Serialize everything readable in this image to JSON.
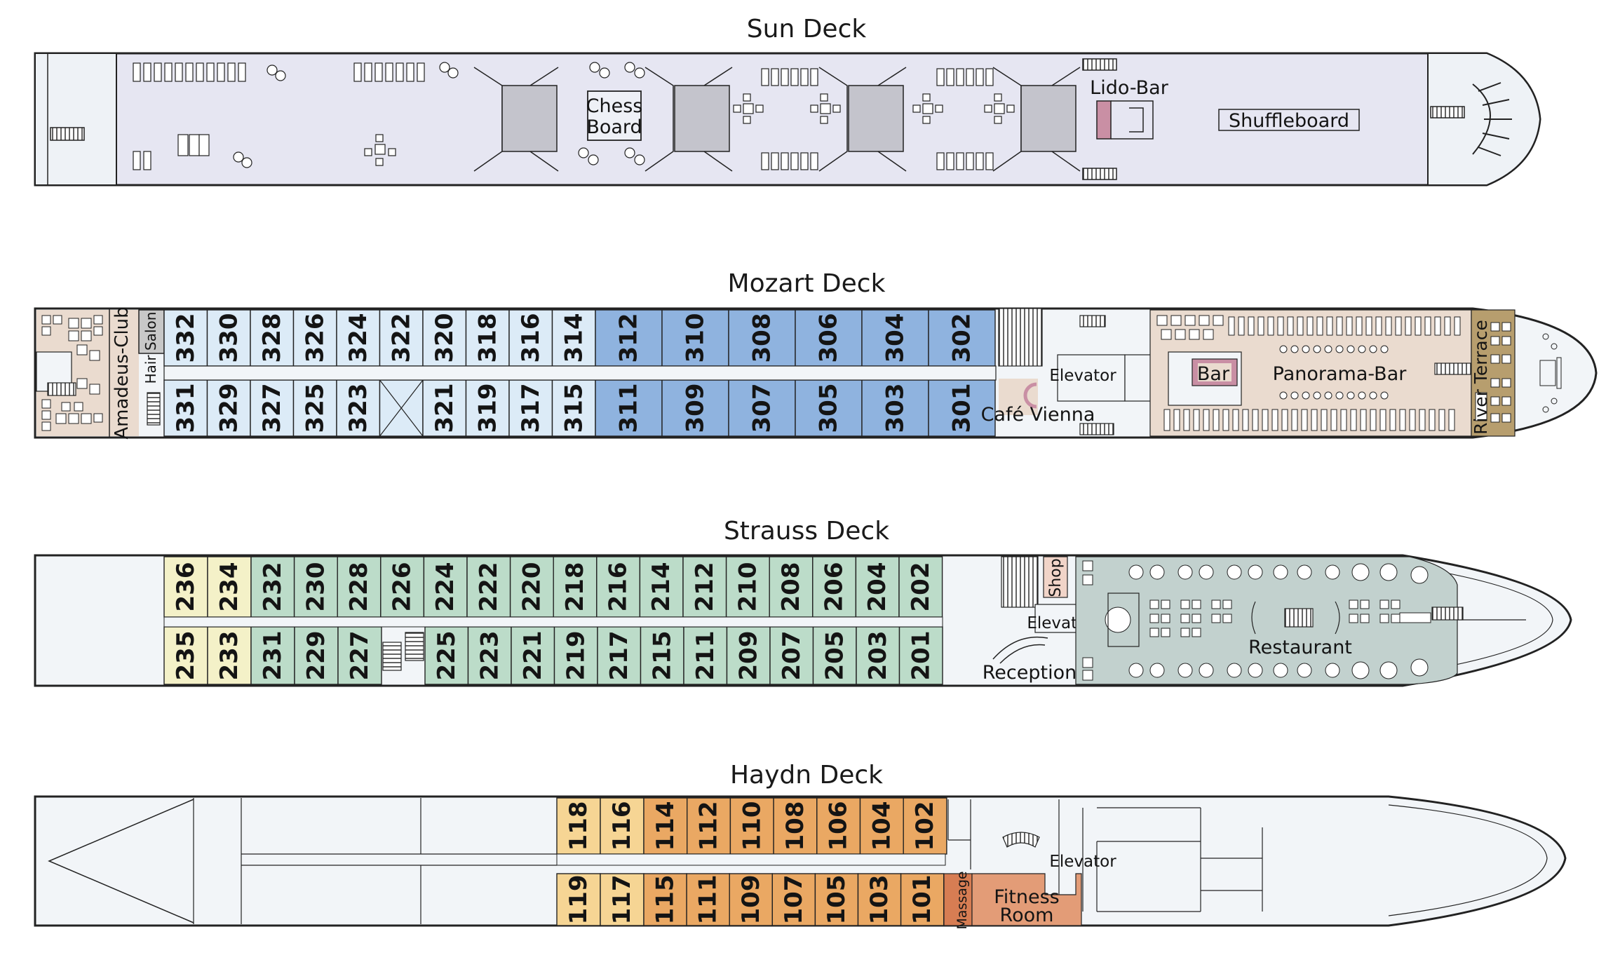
{
  "decks": {
    "sun": {
      "title": "Sun Deck",
      "labels": {
        "chess": [
          "Chess",
          "Board"
        ],
        "lido": "Lido-Bar",
        "shuffle": "Shuffleboard"
      }
    },
    "mozart": {
      "title": "Mozart Deck",
      "cabins_top_light": [
        "332",
        "330",
        "328",
        "326",
        "324",
        "322",
        "320",
        "318",
        "316",
        "314"
      ],
      "cabins_top_dark": [
        "312",
        "310",
        "308",
        "306",
        "304",
        "302"
      ],
      "cabins_bot_light": [
        "331",
        "329",
        "327",
        "325",
        "323",
        "",
        "321",
        "319",
        "317",
        "315"
      ],
      "cabins_bot_dark": [
        "311",
        "309",
        "307",
        "305",
        "303",
        "301"
      ],
      "labels": {
        "amadeus": "Amadeus-Club",
        "hair": "Hair Salon",
        "elevator": "Elevator",
        "cafe": "Café Vienna",
        "bar": "Bar",
        "panorama": "Panorama-Bar",
        "river": "River Terrace"
      }
    },
    "strauss": {
      "title": "Strauss Deck",
      "cabins_top_yellow": [
        "236",
        "234"
      ],
      "cabins_top_green": [
        "232",
        "230",
        "228",
        "226",
        "224",
        "222",
        "220",
        "218",
        "216",
        "214",
        "212",
        "210",
        "208",
        "206",
        "204",
        "202"
      ],
      "cabins_bot_yellow": [
        "235",
        "233"
      ],
      "cabins_bot_green_a": [
        "231",
        "229",
        "227"
      ],
      "cabins_bot_green_b": [
        "225",
        "223",
        "221",
        "219",
        "217",
        "215",
        "211",
        "209",
        "207",
        "205",
        "203",
        "201"
      ],
      "labels": {
        "shop": "Shop",
        "elevator": "Elevator",
        "reception": "Reception",
        "restaurant": "Restaurant"
      }
    },
    "haydn": {
      "title": "Haydn Deck",
      "cabins_top_yellow": [
        "118",
        "116"
      ],
      "cabins_top_orange": [
        "114",
        "112",
        "110",
        "108",
        "106",
        "104",
        "102"
      ],
      "cabins_bot_yellow": [
        "119",
        "117"
      ],
      "cabins_bot_orange": [
        "115",
        "111",
        "109",
        "107",
        "105",
        "103",
        "101"
      ],
      "labels": {
        "massage": "Massage",
        "fitness": [
          "Fitness",
          "Room"
        ],
        "elevator": "Elevator"
      }
    }
  },
  "colors": {
    "sun_floor": "#e6e6f2",
    "mozart_light": "#dcebf7",
    "mozart_dark": "#8fb3df",
    "mozart_lounge": "#eadbcf",
    "river_terrace": "#b79e6e",
    "mozart_bar": "#c98fa4",
    "strauss_green": "#bcdcc9",
    "strauss_yellow": "#f4f1c8",
    "restaurant": "#c2d1ce",
    "shop": "#f1d4c8",
    "haydn_yellow": "#f6d594",
    "haydn_orange": "#eaa863",
    "massage": "#d77d53",
    "fitness": "#e39c77",
    "hull": "#f2f5f8",
    "line": "#222222"
  }
}
